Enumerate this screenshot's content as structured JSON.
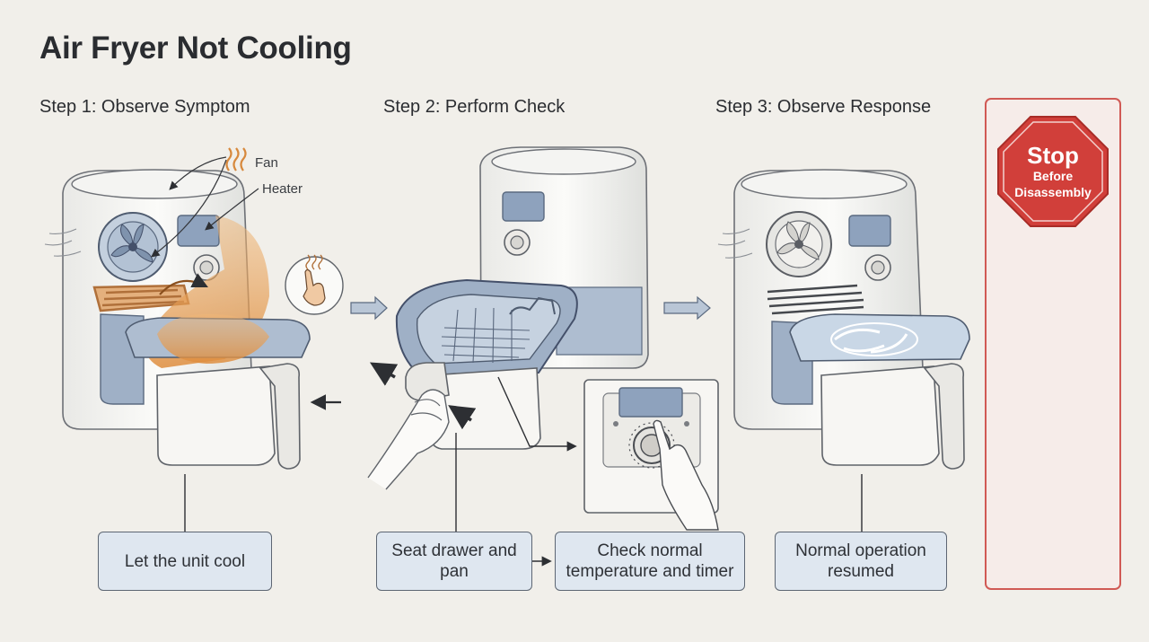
{
  "title": "Air Fryer Not Cooling",
  "steps": [
    {
      "heading": "Step 1: Observe Symptom"
    },
    {
      "heading": "Step 2: Perform Check"
    },
    {
      "heading": "Step 3: Observe Response"
    }
  ],
  "callouts": {
    "fan": "Fan",
    "heater": "Heater"
  },
  "boxes": {
    "cool": "Let the unit cool",
    "seat": "Seat drawer and pan",
    "check": "Check normal temperature and timer",
    "resumed": "Normal operation resumed"
  },
  "stop": {
    "main": "Stop",
    "sub": "Before Disassembly"
  },
  "colors": {
    "stop_red": "#d13f3a",
    "box_fill": "#dfe7f0",
    "heat_orange": "#e39a4b",
    "metal_blue": "#7f93ad"
  }
}
